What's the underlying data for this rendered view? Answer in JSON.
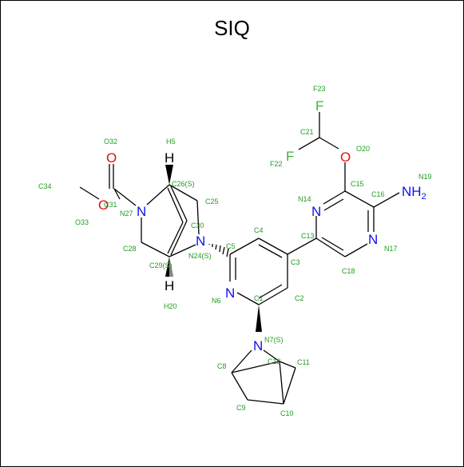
{
  "title": "SIQ",
  "colors": {
    "N": "#1010ee",
    "O": "#e01010",
    "F": "#33bb33",
    "label": "#1e9e1e",
    "bond": "#000000",
    "H": "#000000"
  },
  "atom_symbols": {
    "O32": "O",
    "O33": "O",
    "N27": "N",
    "N24": "N",
    "N6": "N",
    "N7": "N",
    "N14": "N",
    "N17": "N",
    "O20": "O",
    "F23": "F",
    "F22": "F",
    "H5": "H",
    "H20": "H",
    "NH2": "NH",
    "NH2_sub": "2"
  },
  "atom_labels": {
    "O32": "O32",
    "C34": "C34",
    "C31": "C31",
    "O33": "O33",
    "N27": "N27",
    "C28": "C28",
    "H5": "H5",
    "C26": "C26(S)",
    "C25": "C25",
    "C30": "C30",
    "N24": "N24(S)",
    "C29": "C29(S)",
    "H20": "H20",
    "C5": "C5",
    "C4": "C4",
    "C3": "C3",
    "N6": "N6",
    "C1": "C1",
    "C2": "C2",
    "N7": "N7(S)",
    "C8": "C8",
    "C12": "C12",
    "C11": "C11",
    "C9": "C9",
    "C10": "C10",
    "C13": "C13",
    "N14": "N14",
    "C15": "C15",
    "C16": "C16",
    "N17": "N17",
    "C18": "C18",
    "N19": "N19",
    "O20": "O20",
    "C21": "C21",
    "F23": "F23",
    "F22": "F22"
  }
}
